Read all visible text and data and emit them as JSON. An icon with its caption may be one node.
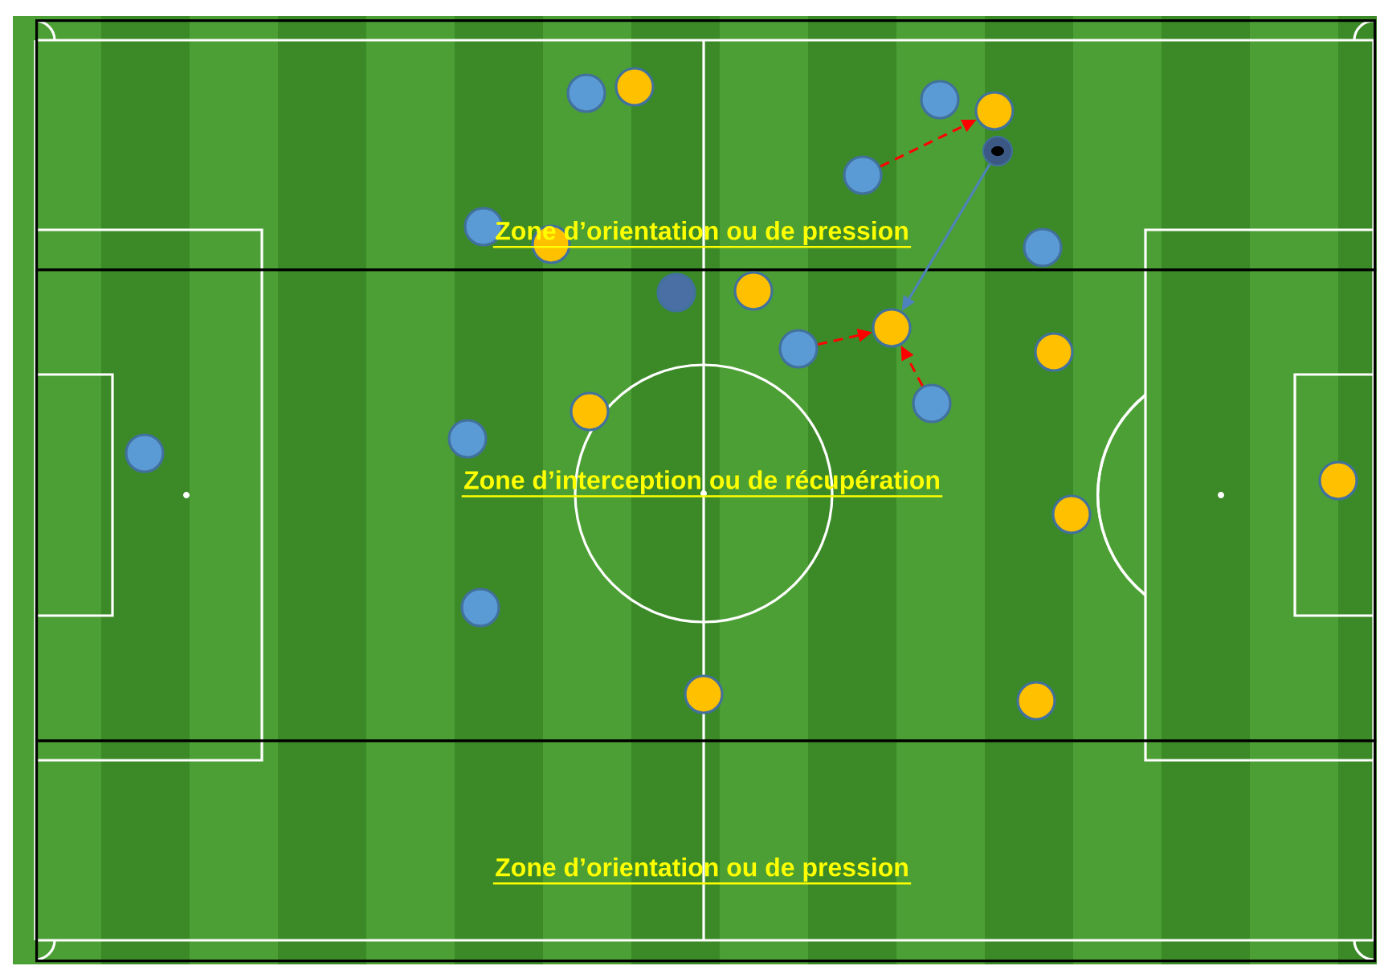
{
  "diagram": {
    "nodes": [
      {
        "text": [
          "Zone d’orientation ou de pression"
        ]
      },
      {
        "text": [],
        "shape": "circle",
        "in": 0
      },
      {
        "text": [],
        "shape": "circle",
        "in": 0
      },
      {
        "text": [],
        "shape": "circle",
        "in": 0
      },
      {
        "text": [],
        "shape": "circle",
        "in": 0
      },
      {
        "text": [],
        "shape": "circle",
        "in": 0
      },
      {
        "text": [],
        "shape": "circle",
        "in": 0
      },
      {
        "text": [],
        "shape": "circle",
        "in": 0
      },
      {
        "text": [],
        "shape": "circle",
        "in": 0
      },
      {
        "text": [],
        "shape": "circle",
        "in": 0
      },
      {
        "text": [
          "Zone d’interception ou de récupération"
        ]
      },
      {
        "text": [],
        "shape": "circle",
        "in": 10
      },
      {
        "text": [],
        "shape": "circle",
        "in": 10
      },
      {
        "text": [],
        "shape": "circle",
        "in": 10
      },
      {
        "text": [],
        "shape": "circle",
        "in": 10
      },
      {
        "text": [],
        "shape": "circle",
        "in": 10
      },
      {
        "text": [],
        "shape": "circle",
        "in": 10
      },
      {
        "text": [],
        "shape": "circle",
        "in": 10
      },
      {
        "text": [],
        "shape": "circle",
        "in": 10
      },
      {
        "text": [],
        "shape": "circle",
        "in": 10
      },
      {
        "text": [],
        "shape": "circle",
        "in": 10
      },
      {
        "text": [],
        "shape": "circle",
        "in": 10
      },
      {
        "text": [],
        "shape": "circle",
        "in": 10
      },
      {
        "text": [],
        "shape": "circle",
        "in": 10
      },
      {
        "text": [],
        "shape": "circle",
        "in": 10
      },
      {
        "text": [
          "Zone d’orientation ou de pression"
        ]
      }
    ],
    "edges": [
      {
        "from": 6,
        "to": 4,
        "arrow": "to",
        "style": "dashed"
      },
      {
        "from": 5,
        "to": 13,
        "arrow": "to",
        "color": "#4f81bd"
      },
      {
        "from": 14,
        "to": 13,
        "arrow": "to",
        "style": "dashed"
      },
      {
        "from": 16,
        "to": 13,
        "arrow": "to",
        "style": "dashed"
      }
    ]
  }
}
